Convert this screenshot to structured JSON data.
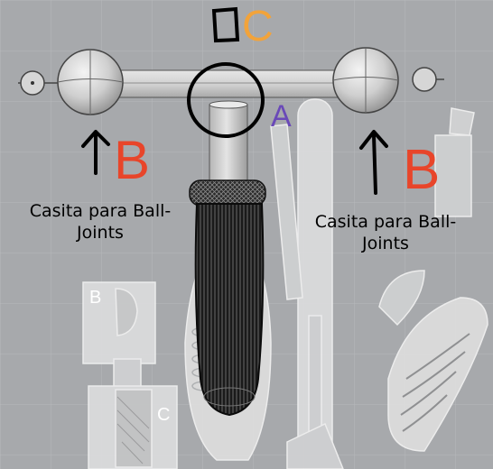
{
  "annotations": {
    "letter_a": "A",
    "letter_b": "B",
    "letter_c": "C",
    "caption_line1": "Casita para Ball-",
    "caption_line2": "Joints"
  },
  "background_labels": {
    "label_b": "B",
    "label_c": "C"
  },
  "colors": {
    "viewport_background": "#a7a9ac",
    "letter_a": "#6a49b8",
    "letter_b": "#e8452a",
    "letter_c": "#f2a33a",
    "ink": "#000000",
    "part_face": "#d8d8d8"
  }
}
